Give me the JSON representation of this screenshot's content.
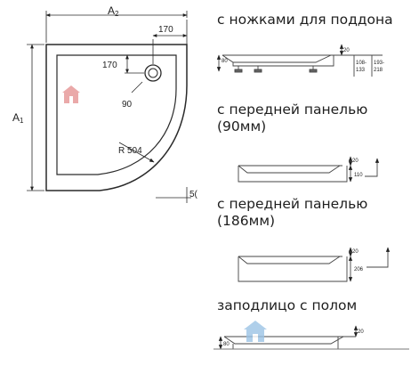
{
  "plan": {
    "width_label": "A",
    "width_sub": "2",
    "height_label": "A",
    "height_sub": "1",
    "dim_top_offset": "170",
    "dim_side_offset": "170",
    "drain_angle": "90",
    "radius": "R 504",
    "bottom_dim": "5("
  },
  "sections": [
    {
      "caption_lines": [
        "с ножками для поддона"
      ],
      "dims": {
        "rim": "20",
        "left": "80",
        "mid_a": "108-",
        "mid_b": "133",
        "right_a": "193-",
        "right_b": "218"
      }
    },
    {
      "caption_lines": [
        "с передней панелью",
        "(90мм)"
      ],
      "dims": {
        "rim": "20",
        "panel": "110"
      }
    },
    {
      "caption_lines": [
        "с передней панелью",
        "(186мм)"
      ],
      "dims": {
        "rim": "20",
        "panel": "206"
      }
    },
    {
      "caption_lines": [
        "заподлицо с полом"
      ],
      "dims": {
        "rim": "20",
        "left": "80"
      }
    }
  ],
  "colors": {
    "line": "#2a2a2a",
    "light": "#888888",
    "watermark": "#d9534f",
    "watermark_blue": "#4a90c8"
  }
}
